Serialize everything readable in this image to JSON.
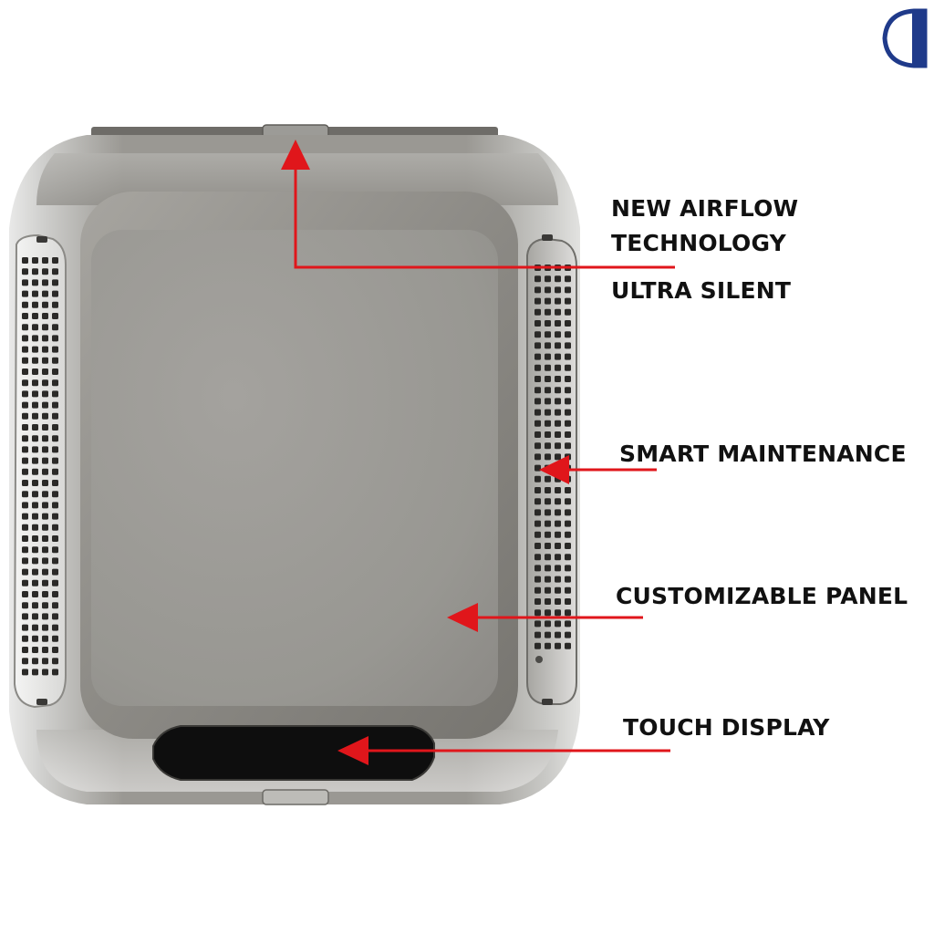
{
  "callouts": {
    "airflow_line1": "NEW AIRFLOW",
    "airflow_line2": "TECHNOLOGY",
    "ultra_silent": "ULTRA SILENT",
    "smart_maintenance": "SMART MAINTENANCE",
    "customizable_panel": "CUSTOMIZABLE PANEL",
    "touch_display": "TOUCH DISPLAY"
  },
  "colors": {
    "arrow": "#e0161b",
    "logo": "#1f3a8a",
    "text": "#111111"
  },
  "icons": {
    "brand_logo": "brand-logo-icon"
  }
}
